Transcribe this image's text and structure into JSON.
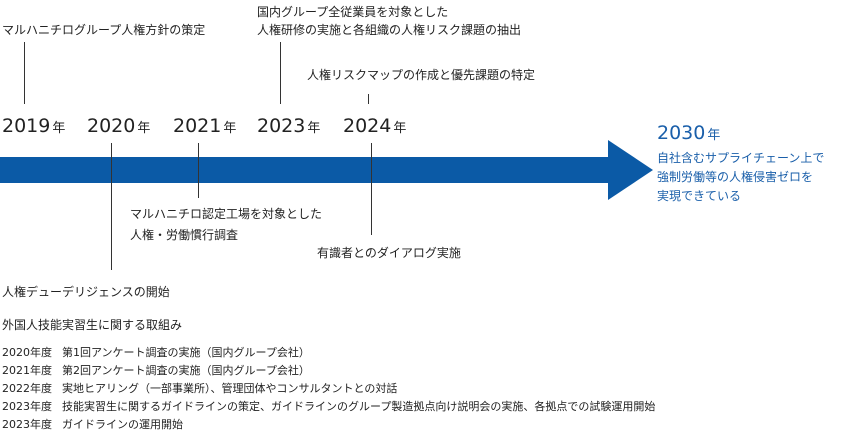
{
  "years": {
    "y2019": {
      "num": "2019",
      "suffix": "年"
    },
    "y2020": {
      "num": "2020",
      "suffix": "年"
    },
    "y2021": {
      "num": "2021",
      "suffix": "年"
    },
    "y2023": {
      "num": "2023",
      "suffix": "年"
    },
    "y2024": {
      "num": "2024",
      "suffix": "年"
    }
  },
  "events": {
    "e2019": "マルハニチログループ人権方針の策定",
    "e2023_line1": "国内グループ全従業員を対象とした",
    "e2023_line2": "人権研修の実施と各組織の人権リスク課題の抽出",
    "e2024a": "人権リスクマップの作成と優先課題の特定",
    "e2021_line1": "マルハニチロ認定工場を対象とした",
    "e2021_line2": "人権・労働慣行調査",
    "e2024b": "有識者とのダイアログ実施",
    "e2020": "人権デューデリジェンスの開始"
  },
  "goal": {
    "num": "2030",
    "suffix": "年",
    "line1": "自社含むサプライチェーン上で",
    "line2": "強制労働等の人権侵害ゼロを",
    "line3": "実現できている"
  },
  "foreign": {
    "heading": "外国人技能実習生に関する取組み",
    "rows": [
      {
        "year": "2020年度",
        "text": "第1回アンケート調査の実施（国内グループ会社）"
      },
      {
        "year": "2021年度",
        "text": "第2回アンケート調査の実施（国内グループ会社）"
      },
      {
        "year": "2022年度",
        "text": "実地ヒアリング（一部事業所）、管理団体やコンサルタントとの対話"
      },
      {
        "year": "2023年度",
        "text": "技能実習生に関するガイドラインの策定、ガイドラインのグループ製造拠点向け説明会の実施、各拠点での試験運用開始"
      },
      {
        "year": "2023年度",
        "text": "ガイドラインの運用開始"
      }
    ]
  },
  "colors": {
    "arrow": "#0b5aa6",
    "goal_text": "#1a5faa"
  }
}
